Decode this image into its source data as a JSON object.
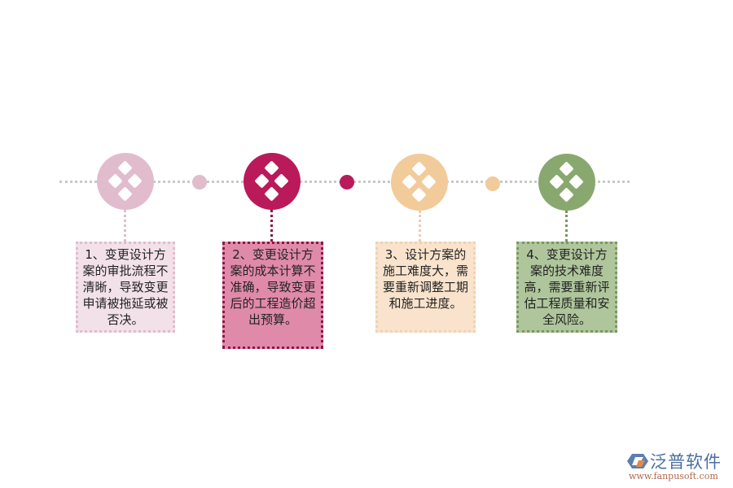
{
  "colors": {
    "line": "#c8c8c8",
    "step1": "#e0bccd",
    "step2": "#ba1a5a",
    "step3": "#f2cb9a",
    "step4": "#89a86f"
  },
  "steps": [
    {
      "icon": "diamond-cluster-icon",
      "text": "1、变更设计方案的审批流程不清晰，导致变更申请被拖延或被否决。"
    },
    {
      "icon": "diamond-cluster-icon",
      "text": "2、变更设计方案的成本计算不准确，导致变更后的工程造价超出预算。"
    },
    {
      "icon": "diamond-cluster-icon",
      "text": "3、设计方案的施工难度大，需要重新调整工期和施工进度。"
    },
    {
      "icon": "diamond-cluster-icon",
      "text": "4、变更设计方案的技术难度高，需要重新评估工程质量和安全风险。"
    }
  ],
  "logo": {
    "name": "泛普软件",
    "url": "www.fanpusoft.com"
  }
}
